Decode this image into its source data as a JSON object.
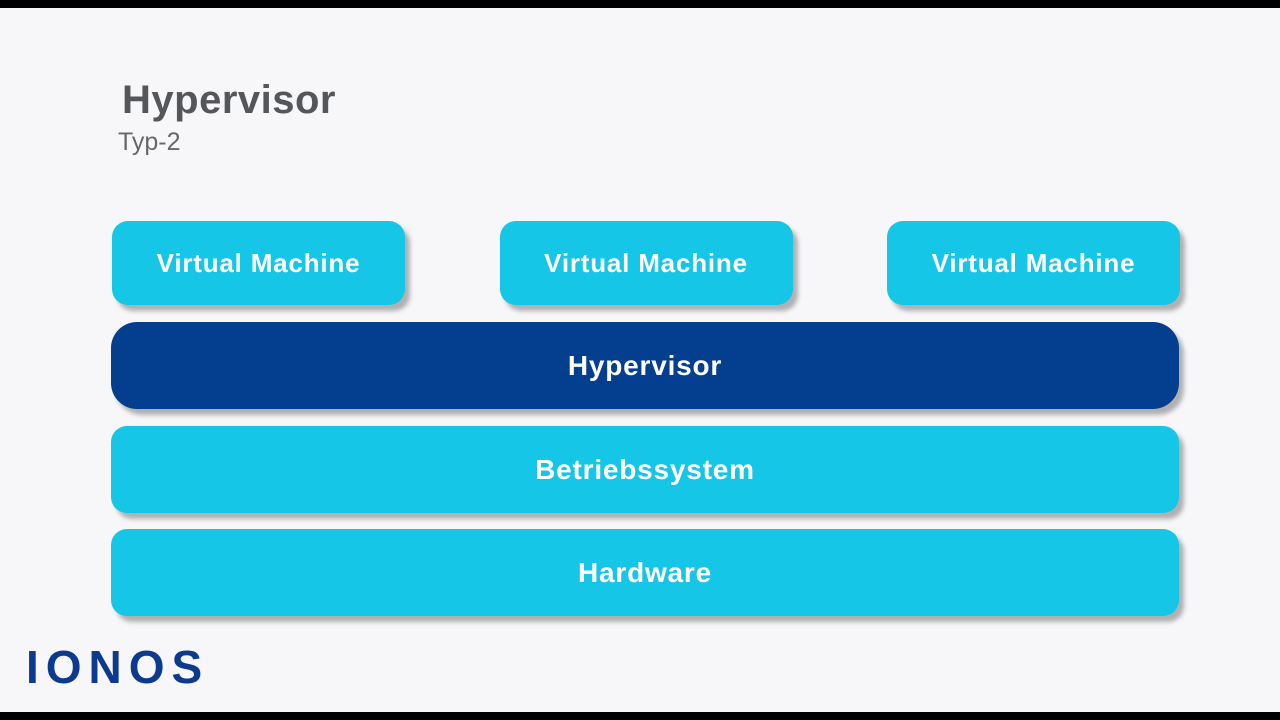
{
  "page": {
    "background_color": "#f7f7f9",
    "edge_bar_color": "#000000"
  },
  "header": {
    "title": "Hypervisor",
    "subtitle": "Typ-2"
  },
  "diagram": {
    "colors": {
      "cyan": "#16c6e6",
      "dark_blue": "#033e8f",
      "box_text": "#ffffff"
    },
    "vm_boxes": [
      {
        "label": "Virtual Machine"
      },
      {
        "label": "Virtual Machine"
      },
      {
        "label": "Virtual Machine"
      }
    ],
    "layers": [
      {
        "id": "hypervisor",
        "label": "Hypervisor",
        "color": "#033e8f"
      },
      {
        "id": "operating-system",
        "label": "Betriebssystem",
        "color": "#16c6e6"
      },
      {
        "id": "hardware",
        "label": "Hardware",
        "color": "#16c6e6"
      }
    ]
  },
  "footer": {
    "logo_text": "IONOS",
    "logo_color": "#0b3a8f"
  }
}
